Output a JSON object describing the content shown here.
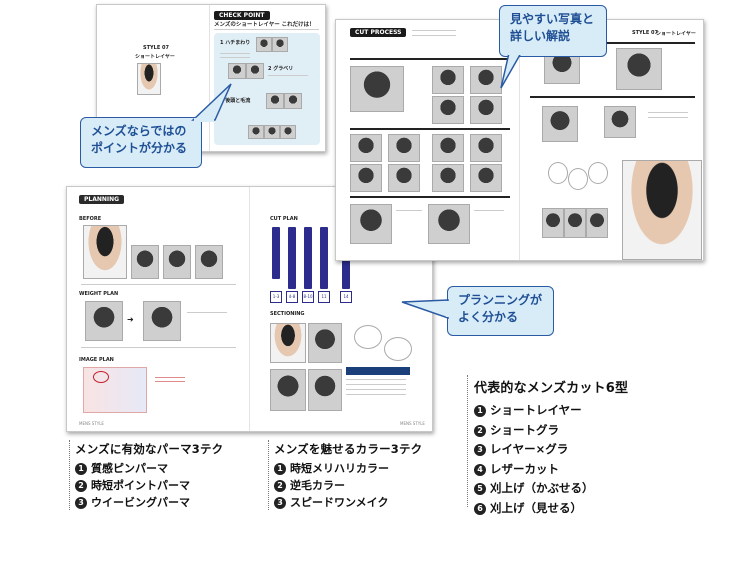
{
  "callouts": {
    "photos": "見やすい写真と\n詳しい解説",
    "points": "メンズならではの\nポイントが分かる",
    "planning": "プランニングが\nよく分かる"
  },
  "spread_check": {
    "style_label": "STYLE 07",
    "style_name": "ショートレイヤー",
    "banner": "CHECK POINT",
    "heading": "メンズのショートレイヤー これだけは！",
    "step1": "1 ハチまわり",
    "step2": "2 グラベリ",
    "step3": "3 後頭と毛流"
  },
  "spread_cut": {
    "banner": "CUT PROCESS",
    "style_label": "STYLE 07",
    "style_name": "ショートレイヤー"
  },
  "spread_planning": {
    "banner": "PLANNING",
    "before": "BEFORE",
    "weight_plan": "WEIGHT PLAN",
    "image_plan": "IMAGE PLAN",
    "cut_plan": "CUT PLAN",
    "sectioning": "SECTIONING",
    "footer_left": "MENS STYLE",
    "footer_right": "MENS STYLE"
  },
  "lists": {
    "perm": {
      "title": "メンズに有効なパーマ3テク",
      "items": [
        {
          "n": "1",
          "text": "質感ピンパーマ"
        },
        {
          "n": "2",
          "text": "時短ポイントパーマ"
        },
        {
          "n": "3",
          "text": "ウイービングパーマ"
        }
      ]
    },
    "color": {
      "title": "メンズを魅せるカラー3テク",
      "items": [
        {
          "n": "1",
          "text": "時短メリハリカラー"
        },
        {
          "n": "2",
          "text": "逆毛カラー"
        },
        {
          "n": "3",
          "text": "スピードワンメイク"
        }
      ]
    },
    "cuts": {
      "title": "代表的なメンズカット6型",
      "items": [
        {
          "n": "1",
          "text": "ショートレイヤー"
        },
        {
          "n": "2",
          "text": "ショートグラ"
        },
        {
          "n": "3",
          "text": "レイヤー×グラ"
        },
        {
          "n": "4",
          "text": "レザーカット"
        },
        {
          "n": "5",
          "text": "刈上げ（かぶせる）"
        },
        {
          "n": "6",
          "text": "刈上げ（見せる）"
        }
      ]
    }
  },
  "colors": {
    "callout_fill": "#d7ecf7",
    "callout_border": "#2a5aa3",
    "callout_text": "#1f4f94",
    "cut_plan_bar": "#2c2c8c"
  }
}
